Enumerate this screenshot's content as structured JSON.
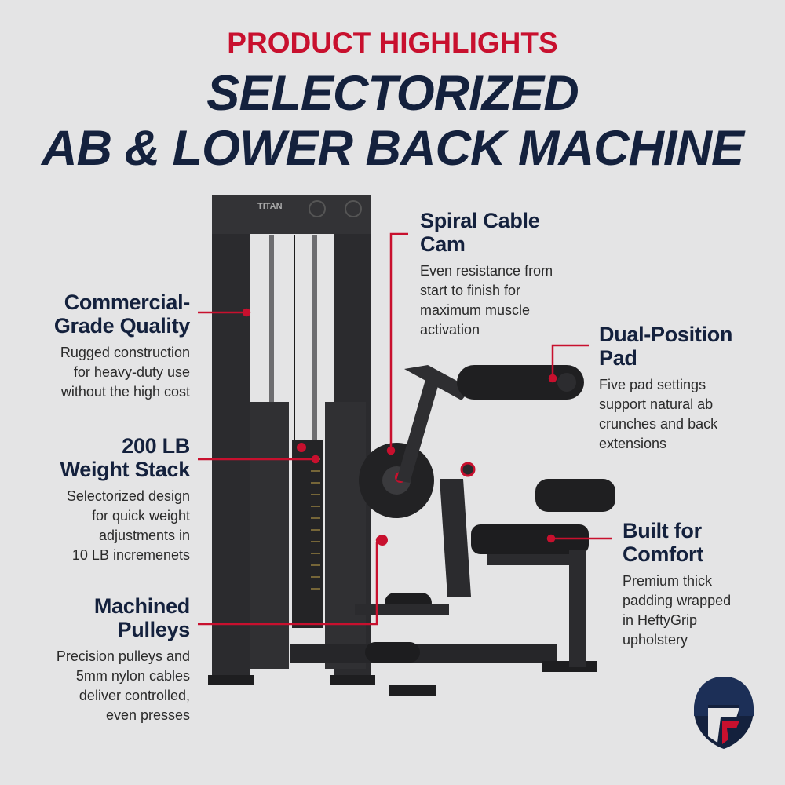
{
  "header": {
    "eyebrow": "PRODUCT HIGHLIGHTS",
    "title_line1": "SELECTORIZED",
    "title_line2": "AB & LOWER BACK MACHINE"
  },
  "brand": {
    "frame_logo_text": "TITAN"
  },
  "colors": {
    "accent_red": "#c8102e",
    "navy": "#14213d",
    "machine": "#2b2b2e",
    "background": "#e4e4e5"
  },
  "callouts": {
    "commercial": {
      "heading_line1": "Commercial-",
      "heading_line2": "Grade Quality",
      "body_line1": "Rugged construction",
      "body_line2": "for heavy-duty use",
      "body_line3": "without the high cost"
    },
    "weight_stack": {
      "heading_line1": "200 LB",
      "heading_line2": "Weight Stack",
      "body_line1": "Selectorized design",
      "body_line2": "for quick weight",
      "body_line3": "adjustments in",
      "body_line4": "10 LB incremenets"
    },
    "pulleys": {
      "heading_line1": "Machined",
      "heading_line2": "Pulleys",
      "body_line1": "Precision pulleys and",
      "body_line2": "5mm nylon cables",
      "body_line3": "deliver controlled,",
      "body_line4": "even presses"
    },
    "cam": {
      "heading_line1": "Spiral Cable",
      "heading_line2": "Cam",
      "body_line1": "Even resistance from",
      "body_line2": "start to finish for",
      "body_line3": "maximum muscle",
      "body_line4": "activation"
    },
    "pad": {
      "heading_line1": "Dual-Position",
      "heading_line2": "Pad",
      "body_line1": "Five pad settings",
      "body_line2": "support natural ab",
      "body_line3": "crunches and back",
      "body_line4": "extensions"
    },
    "comfort": {
      "heading_line1": "Built for",
      "heading_line2": "Comfort",
      "body_line1": "Premium thick",
      "body_line2": "padding wrapped",
      "body_line3": "in HeftyGrip",
      "body_line4": "upholstery"
    }
  }
}
